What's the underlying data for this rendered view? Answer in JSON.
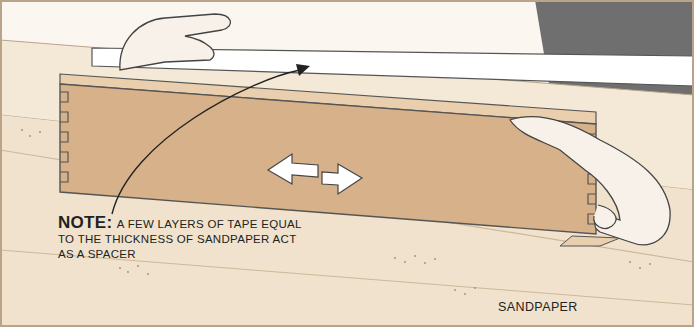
{
  "diagram": {
    "labels": [
      "NOTE:",
      "A FEW LAYERS OF TAPE EQUAL TO THE THICKNESS OF SANDPAPER ACT AS A SPACER",
      "SANDPAPER"
    ]
  }
}
